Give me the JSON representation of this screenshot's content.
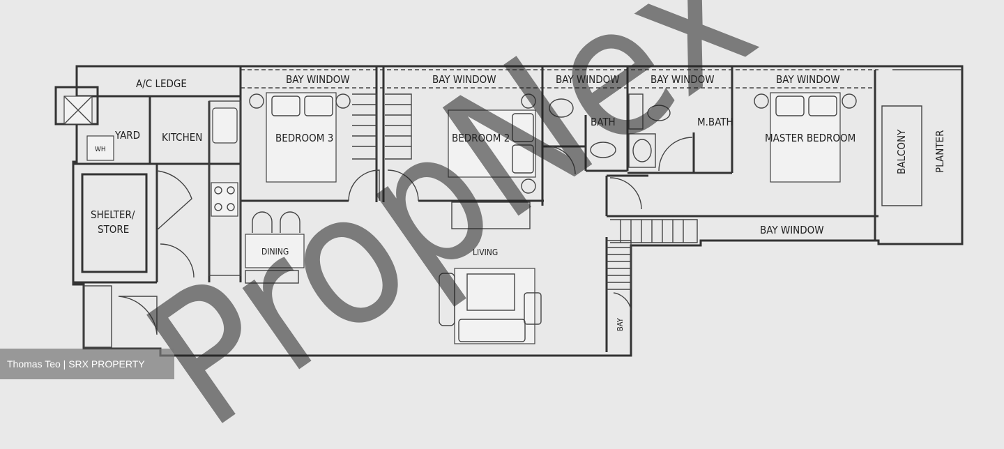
{
  "rooms": {
    "ac_ledge": "A/C LEDGE",
    "bay_window": "BAY WINDOW",
    "yard": "YARD",
    "kitchen": "KITCHEN",
    "shelter_line1": "SHELTER/",
    "shelter_line2": "STORE",
    "bedroom3": "BEDROOM 3",
    "bedroom2": "BEDROOM 2",
    "bath": "BATH",
    "mbath": "M.BATH",
    "master_bedroom": "MASTER BEDROOM",
    "balcony": "BALCONY",
    "planter": "PLANTER",
    "living": "LIVING",
    "dining": "DINING",
    "wh": "WH",
    "bay": "BAY"
  },
  "watermark": "PropNex",
  "credit": "Thomas Teo | SRX PROPERTY"
}
